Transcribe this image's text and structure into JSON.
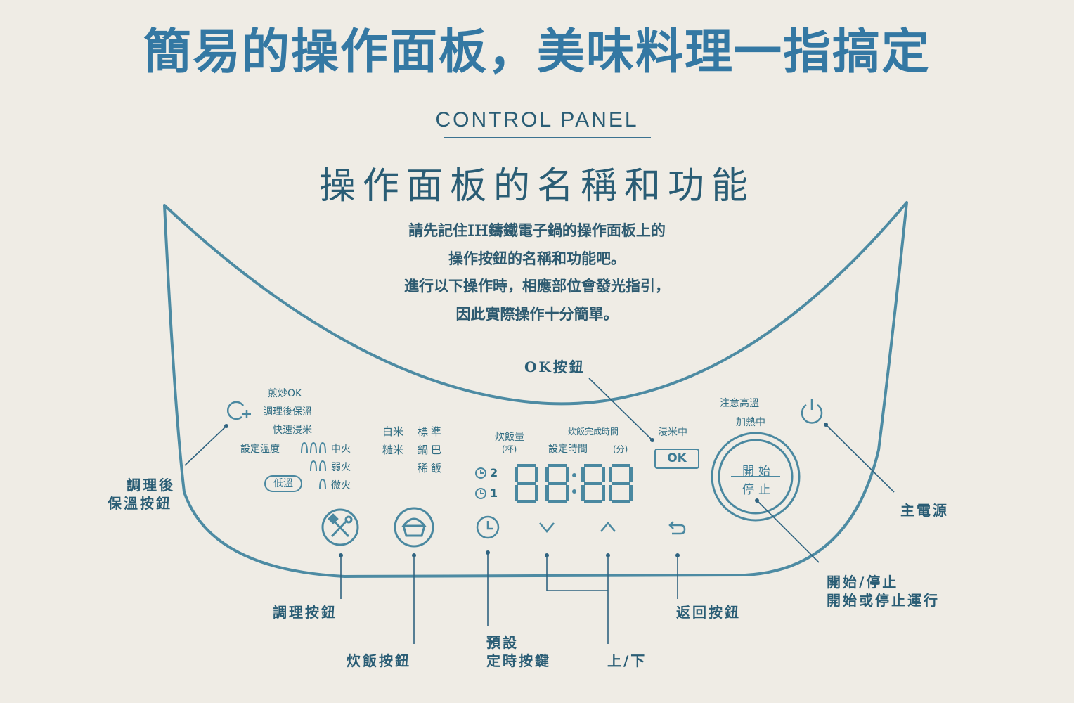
{
  "headline": "簡易的操作面板，美味料理一指搞定",
  "subhead_en": "CONTROL PANEL",
  "section_title": "操作面板的名稱和功能",
  "intro_lines": [
    "請先記住IH鑄鐵電子鍋的操作面板上的",
    "操作按鈕的名稱和功能吧。",
    "進行以下操作時，相應部位會發光指引，",
    "因此實際操作十分簡單。"
  ],
  "colors": {
    "background": "#efece5",
    "headline": "#3478a3",
    "line": "#4a88a0",
    "text": "#2a5d75"
  },
  "panel": {
    "cooking_indicators": {
      "stir_fry_ok": "煎炒OK",
      "keep_warm_after_cook": "調理後保溫",
      "quick_soak": "快速浸米",
      "set_temp": "設定溫度",
      "low_temp": "低溫",
      "heat_levels": [
        {
          "flames": 3,
          "label": "中火"
        },
        {
          "flames": 2,
          "label": "弱火"
        },
        {
          "flames": 1,
          "label": "微火"
        }
      ]
    },
    "rice_menu": {
      "col1": [
        "白米",
        "糙米"
      ],
      "col2": [
        "標準",
        "鍋巴",
        "稀飯"
      ]
    },
    "display": {
      "rice_amount_label": "炊飯量",
      "rice_amount_unit": "(杯)",
      "finish_time_label": "炊飯完成時間",
      "set_time_label": "設定時間",
      "minutes_unit": "(分)",
      "timer_2": "2",
      "timer_1": "1",
      "digits": "88:88",
      "soaking_label": "浸米中",
      "ok_label": "OK"
    },
    "status": {
      "caution_hot": "注意高溫",
      "heating": "加熱中"
    },
    "start_stop": {
      "top": "開始",
      "bottom": "停止"
    },
    "buttons": [
      {
        "icon": "utensils-icon"
      },
      {
        "icon": "rice-bowl-icon"
      },
      {
        "icon": "clock-icon"
      },
      {
        "icon": "chevron-down-icon"
      },
      {
        "icon": "chevron-up-icon"
      },
      {
        "icon": "back-arrow-icon"
      }
    ]
  },
  "callouts": {
    "ok_button": "OK按鈕",
    "keep_warm_button_line1": "調理後",
    "keep_warm_button_line2": "保溫按鈕",
    "main_power": "主電源",
    "start_stop_line1": "開始/停止",
    "start_stop_line2": "開始或停止運行",
    "cook_button": "調理按鈕",
    "rice_button": "炊飯按鈕",
    "timer_line1": "預設",
    "timer_line2": "定時按鍵",
    "up_down": "上/下",
    "back_button": "返回按鈕"
  }
}
